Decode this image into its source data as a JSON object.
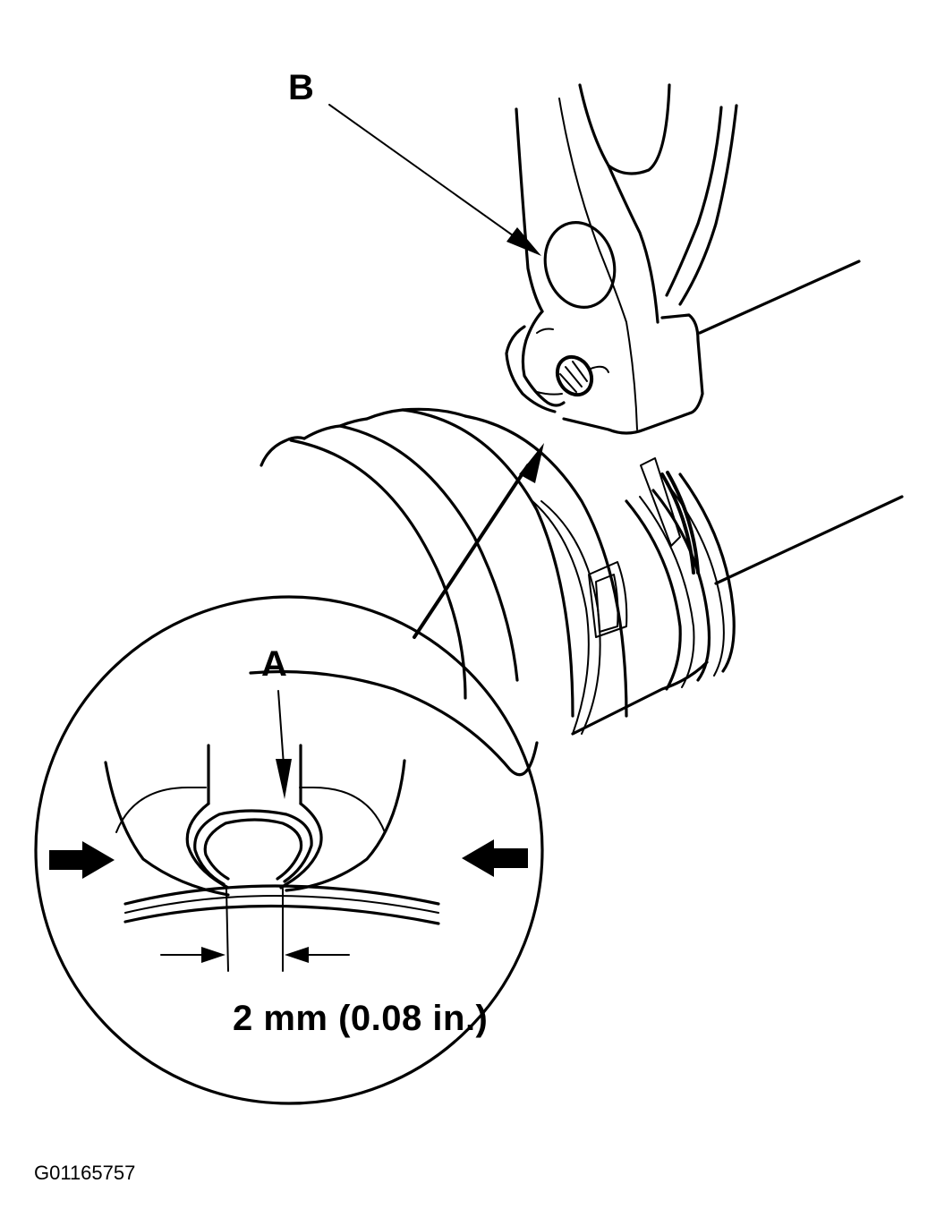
{
  "diagram": {
    "type": "technical-illustration",
    "subject": "CV joint boot clamp crimping with pliers",
    "colors": {
      "line": "#000000",
      "background": "#ffffff"
    },
    "callouts": [
      {
        "id": "B",
        "label": "B",
        "target": "clamp-pliers-jaw"
      },
      {
        "id": "A",
        "label": "A",
        "target": "crimped-clamp-ear"
      }
    ],
    "detail_inset": {
      "shape": "circle",
      "dimension_label": "2 mm (0.08 in.)",
      "arrows": [
        "compress-left-arrow",
        "compress-right-arrow",
        "gap-left-arrow",
        "gap-right-arrow"
      ]
    },
    "figure_id": "G01165757"
  }
}
